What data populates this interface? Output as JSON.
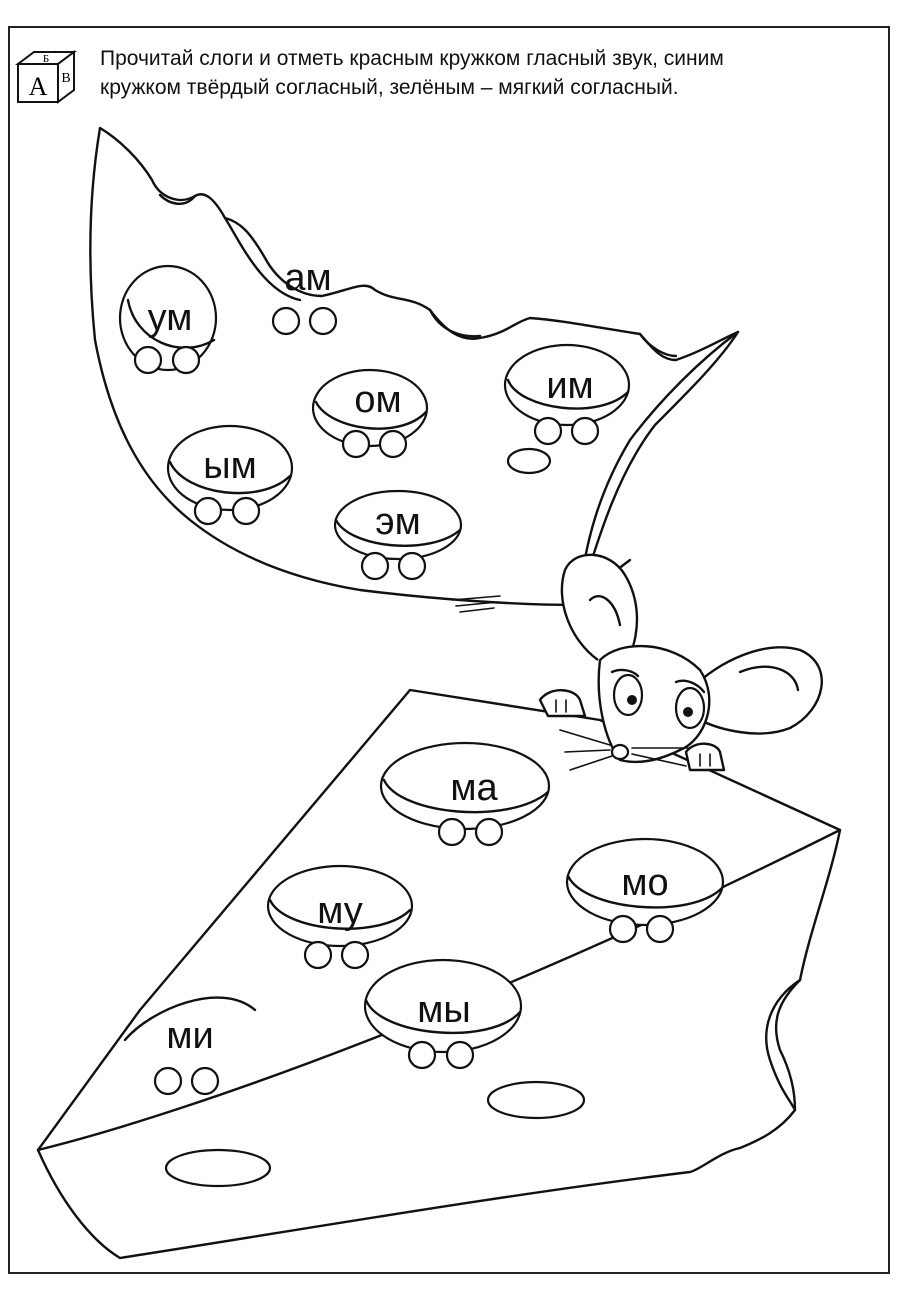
{
  "instruction": {
    "line1": "Прочитай слоги и отметь красным кружком гласный звук, синим",
    "line2": "кружком твёрдый согласный, зелёным – мягкий согласный."
  },
  "abc_block": {
    "top": "Б",
    "front": "А",
    "side": "В"
  },
  "top_cheese": {
    "syllables": [
      "ум",
      "ам",
      "ом",
      "им",
      "ым",
      "эм"
    ]
  },
  "bottom_cheese": {
    "syllables": [
      "ма",
      "мо",
      "му",
      "мы",
      "ми"
    ]
  },
  "icons": [
    "abc-block-icon",
    "mouse-illustration",
    "cheese-wedge-top",
    "cheese-wedge-bottom"
  ]
}
